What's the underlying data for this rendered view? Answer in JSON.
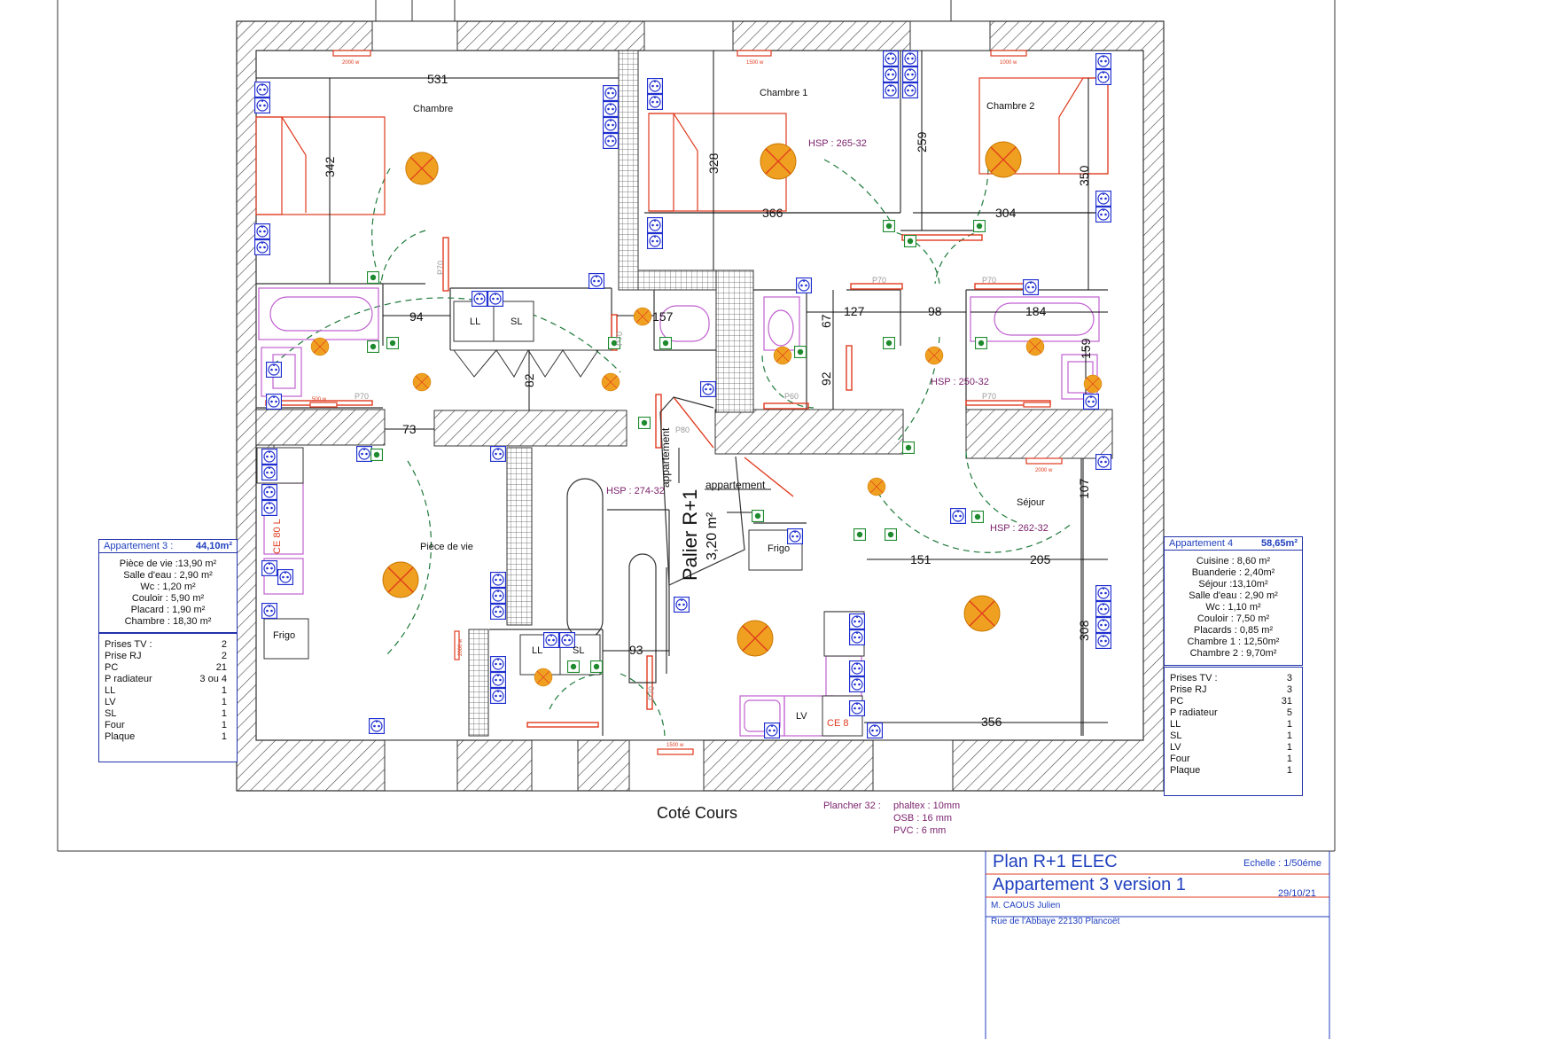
{
  "rooms": {
    "chambre": "Chambre",
    "chambre1": "Chambre 1",
    "chambre2": "Chambre 2",
    "piece_de_vie": "Pièce de vie",
    "sejour": "Séjour",
    "frigo_left": "Frigo",
    "frigo_mid": "Frigo",
    "palier": "Palier R+1",
    "palier_area": "3,20 m²",
    "appartement_left": "appartement",
    "appartement_right": "appartement",
    "ll_a": "LL",
    "sl_a": "SL",
    "ll_b": "LL",
    "sl_b": "SL",
    "lv": "LV",
    "ce80_left": "CE 80 L",
    "ce80_right": "CE 8"
  },
  "hsp": {
    "h1": "HSP : 265-32",
    "h2": "HSP : 250-32",
    "h3": "HSP : 274-32",
    "h4": "HSP : 262-32"
  },
  "dimensions": {
    "d531": "531",
    "d342": "342",
    "d328": "328",
    "d366": "366",
    "d259": "259",
    "d304": "304",
    "d350": "350",
    "d94": "94",
    "d157": "157",
    "d127": "127",
    "d98": "98",
    "d184": "184",
    "d67": "67",
    "d82": "82",
    "d92": "92",
    "d159": "159",
    "d73": "73",
    "d107": "107",
    "d151": "151",
    "d205": "205",
    "d308": "308",
    "d93": "93",
    "d356": "356"
  },
  "doors": [
    "P70",
    "P70",
    "P70",
    "P70",
    "P80",
    "P60",
    "P70",
    "P70",
    "P70"
  ],
  "radiators": [
    "2000 w",
    "1500 w",
    "1000 w",
    "2000 w",
    "1500 w",
    "500 w",
    "2000 w"
  ],
  "apt3": {
    "title": "Appartement 3 :",
    "total": "44,10m²",
    "areas": [
      "Pièce de vie :13,90 m²",
      "Salle d'eau : 2,90  m²",
      "Wc : 1,20 m²",
      "Couloir : 5,90 m²",
      "Placard : 1,90 m²",
      "Chambre : 18,30 m²"
    ],
    "legend": [
      {
        "name": "Prises TV  :",
        "value": "2"
      },
      {
        "name": "Prise RJ",
        "value": "2"
      },
      {
        "name": "PC",
        "value": "21"
      },
      {
        "name": "P radiateur",
        "value": "3 ou 4"
      },
      {
        "name": "LL",
        "value": "1"
      },
      {
        "name": "LV",
        "value": "1"
      },
      {
        "name": "SL",
        "value": "1"
      },
      {
        "name": "Four",
        "value": "1"
      },
      {
        "name": "Plaque",
        "value": "1"
      }
    ]
  },
  "apt4": {
    "title": "Appartement 4",
    "total": "58,65m²",
    "areas": [
      "Cuisine : 8,60 m²",
      "Buanderie : 2,40m²",
      "Séjour :13,10m²",
      "Salle d'eau : 2,90 m²",
      "Wc : 1,10  m²",
      "Couloir : 7,50 m²",
      "Placards : 0,85 m²",
      "Chambre 1 : 12,50m²",
      "Chambre 2 : 9,70m²"
    ],
    "legend": [
      {
        "name": "Prises TV  :",
        "value": "3"
      },
      {
        "name": "Prise RJ",
        "value": "3"
      },
      {
        "name": "PC",
        "value": "31"
      },
      {
        "name": "P radiateur",
        "value": "5"
      },
      {
        "name": "LL",
        "value": "1"
      },
      {
        "name": "SL",
        "value": "1"
      },
      {
        "name": "LV",
        "value": "1"
      },
      {
        "name": "Four",
        "value": "1"
      },
      {
        "name": "Plaque",
        "value": "1"
      }
    ]
  },
  "footer": {
    "cote": "Coté Cours",
    "plancher_label": "Plancher 32 :",
    "plancher_lines": [
      "phaltex : 10mm",
      "OSB : 16 mm",
      "PVC : 6 mm"
    ]
  },
  "cartouche": {
    "title1": "Plan R+1 ELEC",
    "echelle": "Echelle : 1/50éme",
    "title2": "Appartement 3 version 1",
    "date": "29/10/21",
    "client": "M. CAOUS Julien",
    "address": "Rue de l'Abbaye 22130 Plancoët"
  },
  "colors": {
    "wall_hatch": "#555555",
    "furniture_red": "#e03a1e",
    "lamp_orange": "#f0a020",
    "outlet_blue": "#1f2fd0",
    "switch_green": "#1e8a2e",
    "sanitary_purple": "#c060d0",
    "dimension_black": "#111111",
    "title_blue": "#1f3fbf",
    "hsp_purple": "#7a1f6b"
  }
}
